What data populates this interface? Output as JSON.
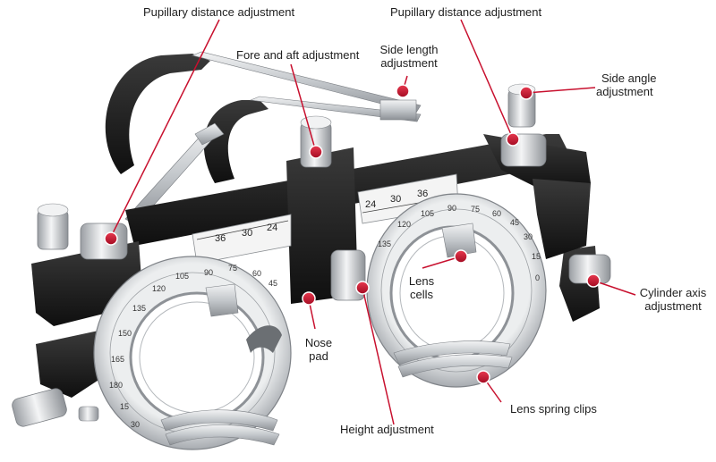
{
  "labels": {
    "pd_left": "Pupillary distance adjustment",
    "pd_right": "Pupillary distance adjustment",
    "fore_aft": "Fore and aft adjustment",
    "side_length_1": "Side length",
    "side_length_2": "adjustment",
    "side_angle_1": "Side angle",
    "side_angle_2": "adjustment",
    "lens_cells_1": "Lens",
    "lens_cells_2": "cells",
    "cyl_axis_1": "Cylinder axis",
    "cyl_axis_2": "adjustment",
    "nose_pad_1": "Nose",
    "nose_pad_2": "pad",
    "height": "Height adjustment",
    "spring_clips": "Lens spring clips"
  },
  "scale_left": [
    "36",
    "30",
    "24"
  ],
  "scale_right": [
    "24",
    "30",
    "36"
  ],
  "dial_left": [
    "135",
    "120",
    "105",
    "90",
    "75",
    "60",
    "45",
    "150",
    "165",
    "180",
    "15",
    "30"
  ],
  "dial_right": [
    "135",
    "120",
    "105",
    "90",
    "75",
    "60",
    "45",
    "30",
    "15",
    "0"
  ],
  "colors": {
    "marker": "#c8102e",
    "frame": "#1a1a1a",
    "metal": "#bfc3c7",
    "label_text": "#1e1e1e"
  }
}
